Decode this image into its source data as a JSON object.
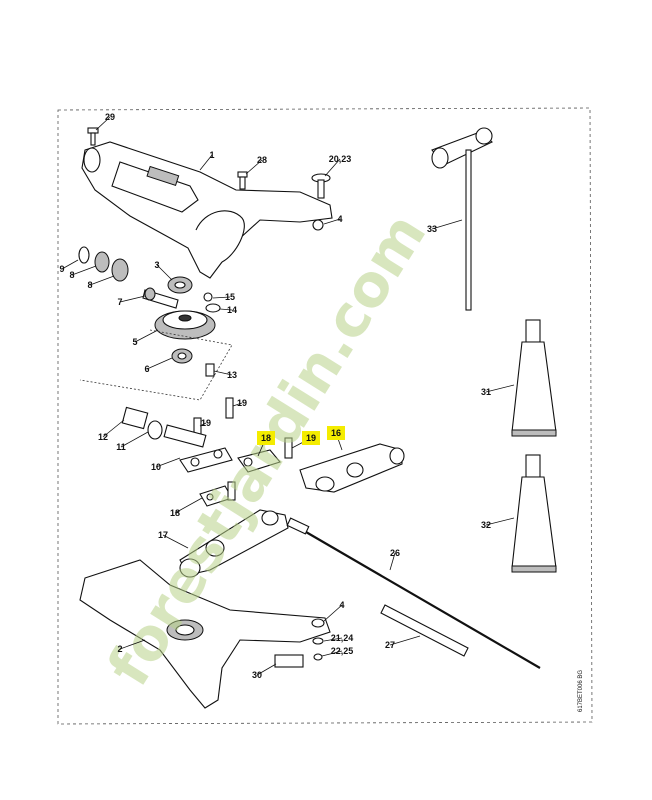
{
  "watermark": {
    "text": "forestjardin.com"
  },
  "diagram_code": "617BET006 BG",
  "callouts": [
    {
      "id": "29",
      "highlighted": false
    },
    {
      "id": "1",
      "highlighted": false
    },
    {
      "id": "28",
      "highlighted": false
    },
    {
      "id": "20,23",
      "highlighted": false
    },
    {
      "id": "4",
      "highlighted": false
    },
    {
      "id": "33",
      "highlighted": false
    },
    {
      "id": "9",
      "highlighted": false
    },
    {
      "id": "8",
      "highlighted": false
    },
    {
      "id": "8",
      "highlighted": false
    },
    {
      "id": "3",
      "highlighted": false
    },
    {
      "id": "7",
      "highlighted": false
    },
    {
      "id": "15",
      "highlighted": false
    },
    {
      "id": "14",
      "highlighted": false
    },
    {
      "id": "5",
      "highlighted": false
    },
    {
      "id": "6",
      "highlighted": false
    },
    {
      "id": "13",
      "highlighted": false
    },
    {
      "id": "31",
      "highlighted": false
    },
    {
      "id": "19",
      "highlighted": false
    },
    {
      "id": "19",
      "highlighted": false
    },
    {
      "id": "12",
      "highlighted": false
    },
    {
      "id": "11",
      "highlighted": false
    },
    {
      "id": "18",
      "highlighted": true
    },
    {
      "id": "19",
      "highlighted": true
    },
    {
      "id": "16",
      "highlighted": true
    },
    {
      "id": "10",
      "highlighted": false
    },
    {
      "id": "18",
      "highlighted": false
    },
    {
      "id": "17",
      "highlighted": false
    },
    {
      "id": "32",
      "highlighted": false
    },
    {
      "id": "26",
      "highlighted": false
    },
    {
      "id": "2",
      "highlighted": false
    },
    {
      "id": "4",
      "highlighted": false
    },
    {
      "id": "21,24",
      "highlighted": false
    },
    {
      "id": "22,25",
      "highlighted": false
    },
    {
      "id": "27",
      "highlighted": false
    },
    {
      "id": "30",
      "highlighted": false
    }
  ],
  "colors": {
    "highlight": "#f4ec00",
    "watermark_green": "#b9d38a",
    "watermark_grey": "#c9c0b0"
  }
}
